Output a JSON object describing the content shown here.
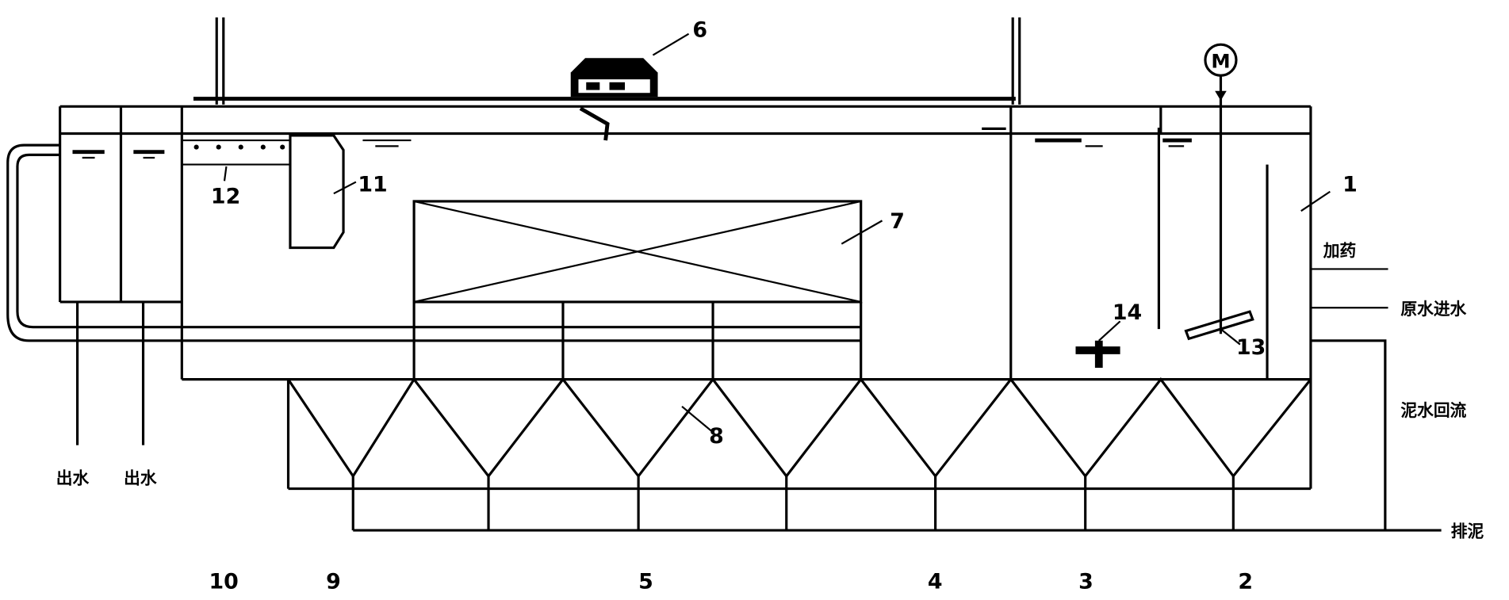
{
  "labels": {
    "dosing": "加药",
    "raw_water_inlet": "原水进水",
    "sludge_return": "泥水回流",
    "sludge_discharge": "排泥",
    "outlet_1": "出水",
    "outlet_2": "出水",
    "motor": "M"
  },
  "numbers": {
    "n1": "1",
    "n2": "2",
    "n3": "3",
    "n4": "4",
    "n5": "5",
    "n6": "6",
    "n7": "7",
    "n8": "8",
    "n9": "9",
    "n10": "10",
    "n11": "11",
    "n12": "12",
    "n13": "13",
    "n14": "14"
  }
}
